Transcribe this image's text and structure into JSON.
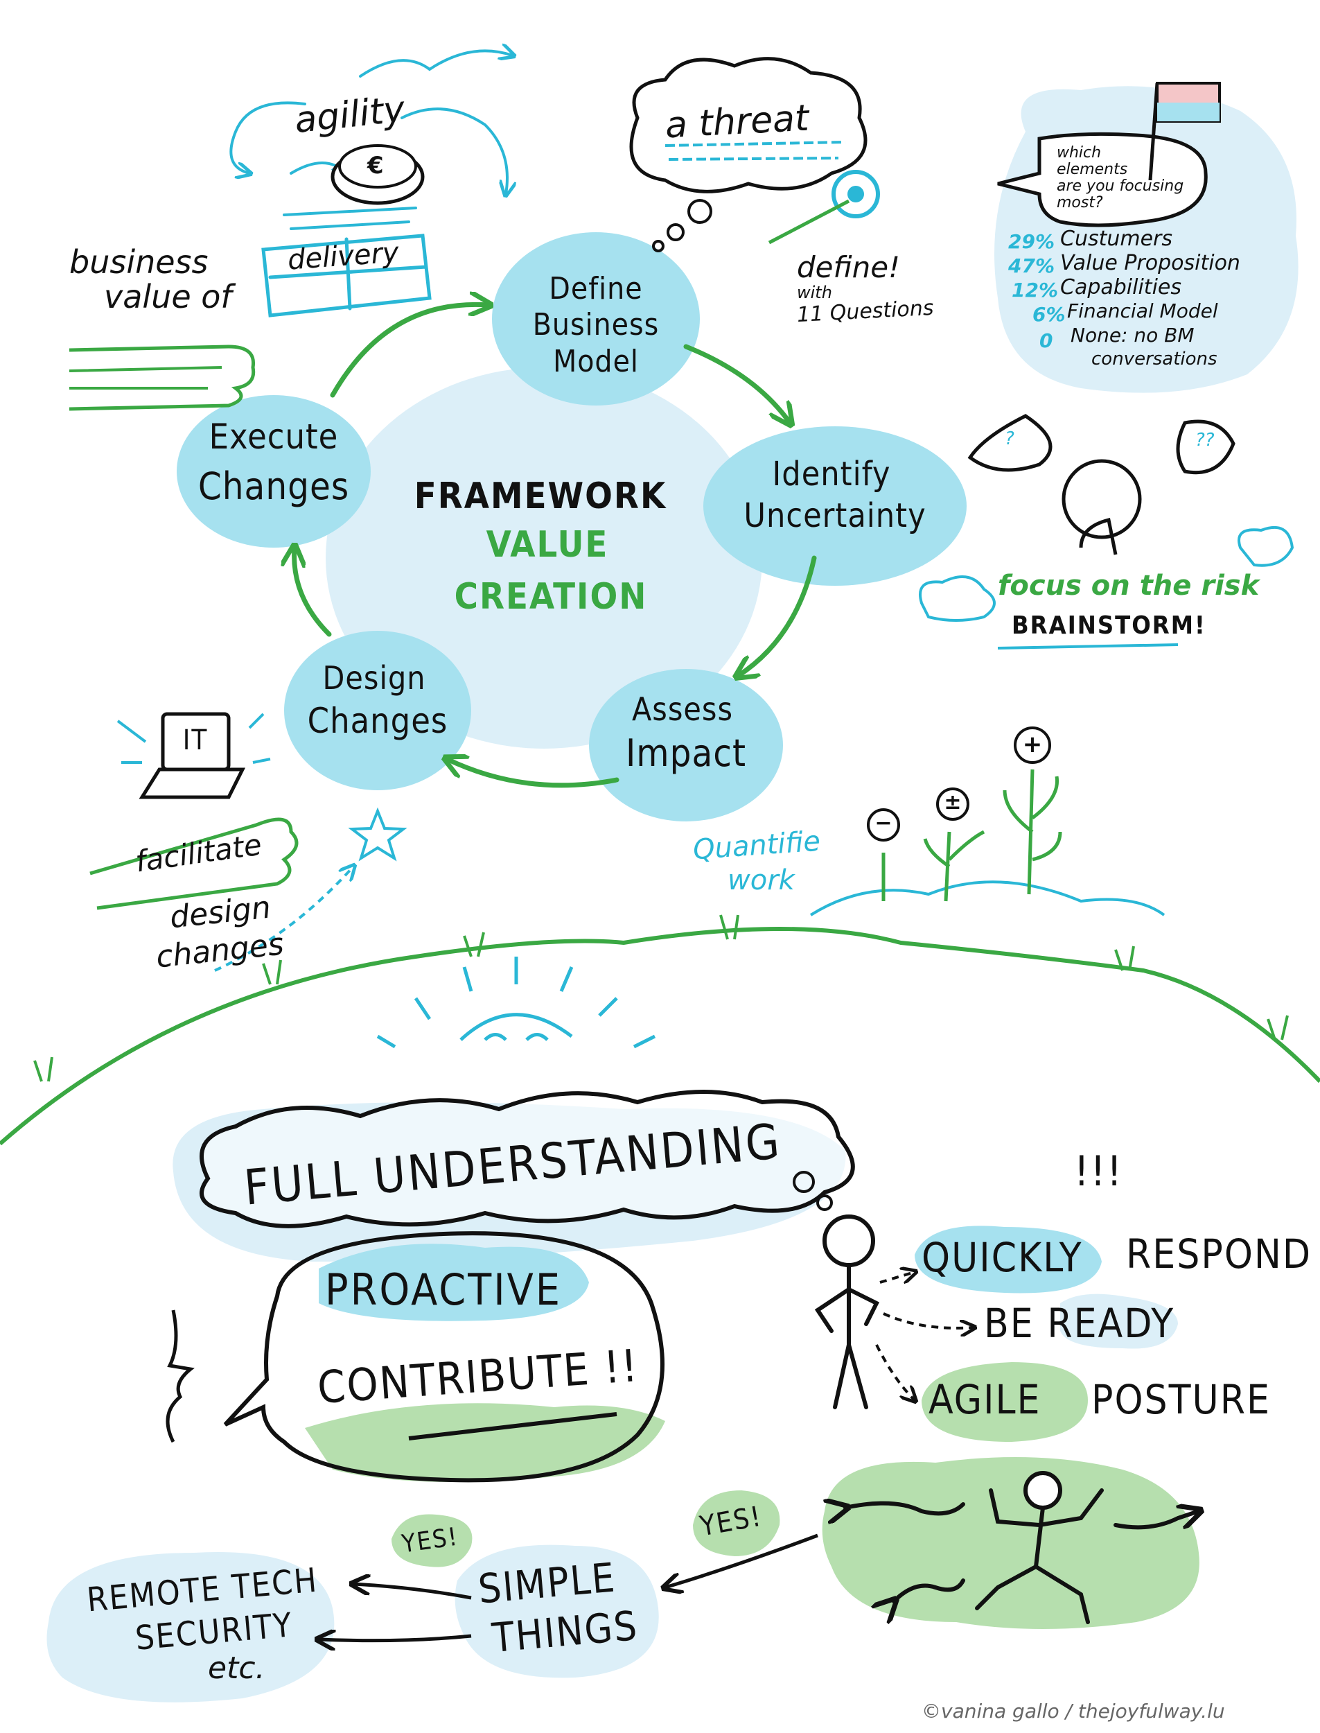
{
  "colors": {
    "blob_blue": "#a6e1ef",
    "blob_light": "#dceff8",
    "accent_blue": "#2ab7d6",
    "green": "#3aa843",
    "green_fill": "#b6dfae",
    "ink": "#111111"
  },
  "cycle": {
    "center_title": "FRAMEWORK",
    "center_sub1": "VALUE",
    "center_sub2": "CREATION",
    "steps": [
      {
        "line1": "Define",
        "line2": "Business",
        "line3": "Model"
      },
      {
        "line1": "Identify",
        "line2": "Uncertainty"
      },
      {
        "line1": "Assess",
        "line2": "Impact"
      },
      {
        "line1": "Design",
        "line2": "Changes"
      },
      {
        "line1": "Execute",
        "line2": "Changes"
      }
    ]
  },
  "top_left": {
    "agility": "agility",
    "bv_line1": "business",
    "bv_line2": "value of",
    "delivery": "delivery",
    "coin_icon": "euro-coin-icon"
  },
  "threat": {
    "bubble": "a threat",
    "define": "define!",
    "with": "with",
    "questions": "11 Questions",
    "target_icon": "target-icon"
  },
  "survey": {
    "question_l1": "which",
    "question_l2": "elements",
    "question_l3": "are you focusing",
    "question_l4": "most?",
    "rows": [
      {
        "pct": "29%",
        "label": "Custumers"
      },
      {
        "pct": "47%",
        "label": "Value Proposition"
      },
      {
        "pct": "12%",
        "label": "Capabilities"
      },
      {
        "pct": "6%",
        "label": "Financial Model"
      },
      {
        "pct": "0",
        "label": "None: no BM"
      }
    ],
    "row5_line2": "conversations",
    "flag_icon": "flag-icon"
  },
  "risk": {
    "focus": "focus on the risk",
    "brainstorm": "BRAINSTORM!"
  },
  "it": {
    "laptop_label": "IT",
    "facilitate": "facilitate",
    "design": "design",
    "changes": "changes"
  },
  "quantify": {
    "line1": "Quantifie",
    "line2": "work",
    "minus": "−",
    "plusminus": "±",
    "plus": "+"
  },
  "bottom": {
    "full_understanding": "FULL UNDERSTANDING",
    "proactive": "PROACTIVE",
    "contribute": "CONTRIBUTE !!",
    "exclaim": "!!!",
    "quickly": "QUICKLY",
    "respond": "RESPOND",
    "be_ready": "BE READY",
    "agile": "AGILE",
    "posture": "POSTURE",
    "yes1": "YES!",
    "yes2": "YES!",
    "simple": "SIMPLE",
    "things": "THINGS",
    "remote_l1": "REMOTE TECH",
    "remote_l2": "SECURITY",
    "remote_l3": "etc."
  },
  "credit": "©vanina gallo / thejoyfulway.lu"
}
